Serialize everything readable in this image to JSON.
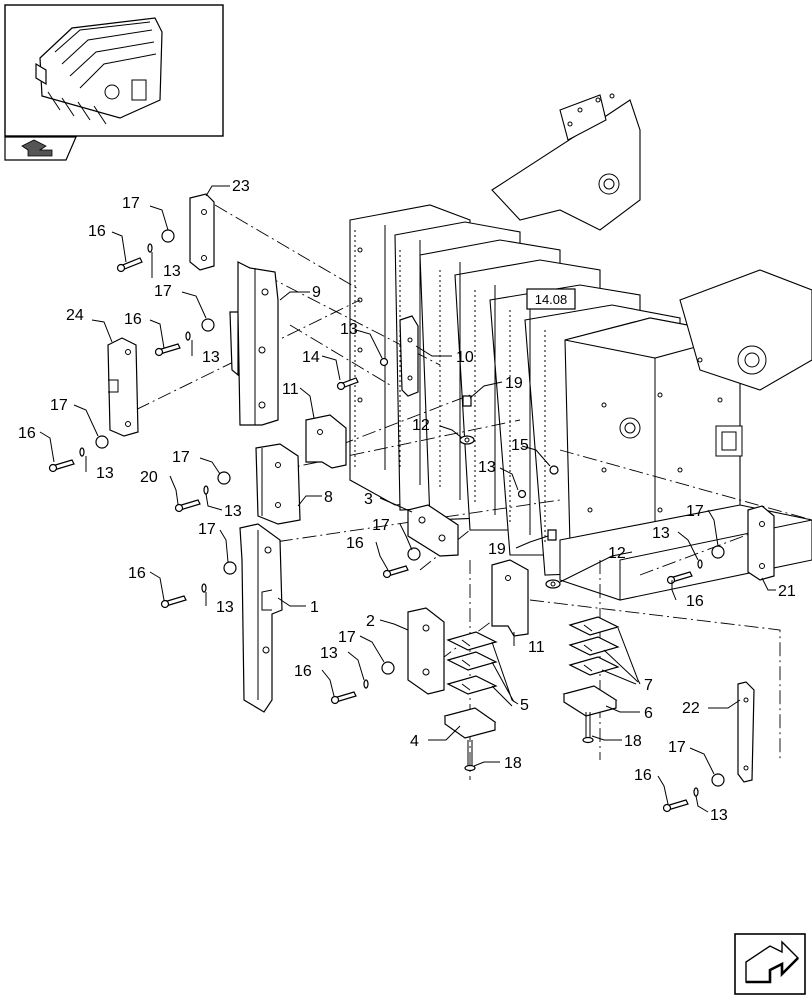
{
  "reference_box": "14.08",
  "callouts": [
    {
      "id": "c23a",
      "text": "23"
    },
    {
      "id": "c17a",
      "text": "17"
    },
    {
      "id": "c16a",
      "text": "16"
    },
    {
      "id": "c13a",
      "text": "13"
    },
    {
      "id": "c9",
      "text": "9"
    },
    {
      "id": "c24",
      "text": "24"
    },
    {
      "id": "c17b",
      "text": "17"
    },
    {
      "id": "c16b",
      "text": "16"
    },
    {
      "id": "c13b",
      "text": "13"
    },
    {
      "id": "c13c",
      "text": "13"
    },
    {
      "id": "c10",
      "text": "10"
    },
    {
      "id": "c14",
      "text": "14"
    },
    {
      "id": "c11a",
      "text": "11"
    },
    {
      "id": "c19a",
      "text": "19"
    },
    {
      "id": "c17c",
      "text": "17"
    },
    {
      "id": "c16c",
      "text": "16"
    },
    {
      "id": "c13d",
      "text": "13"
    },
    {
      "id": "c12a",
      "text": "12"
    },
    {
      "id": "c15",
      "text": "15"
    },
    {
      "id": "c13e",
      "text": "13"
    },
    {
      "id": "c17d",
      "text": "17"
    },
    {
      "id": "c20",
      "text": "20"
    },
    {
      "id": "c13f",
      "text": "13"
    },
    {
      "id": "c8",
      "text": "8"
    },
    {
      "id": "c3",
      "text": "3"
    },
    {
      "id": "c17e",
      "text": "17"
    },
    {
      "id": "c16d",
      "text": "16"
    },
    {
      "id": "c19b",
      "text": "19"
    },
    {
      "id": "c12b",
      "text": "12"
    },
    {
      "id": "c13g",
      "text": "13"
    },
    {
      "id": "c17f",
      "text": "17"
    },
    {
      "id": "c17g",
      "text": "17"
    },
    {
      "id": "c16e",
      "text": "16"
    },
    {
      "id": "c13h",
      "text": "13"
    },
    {
      "id": "c1",
      "text": "1"
    },
    {
      "id": "c16f",
      "text": "16"
    },
    {
      "id": "c21",
      "text": "21"
    },
    {
      "id": "c2",
      "text": "2"
    },
    {
      "id": "c11b",
      "text": "11"
    },
    {
      "id": "c17h",
      "text": "17"
    },
    {
      "id": "c13i",
      "text": "13"
    },
    {
      "id": "c7",
      "text": "7"
    },
    {
      "id": "c16g",
      "text": "16"
    },
    {
      "id": "c5",
      "text": "5"
    },
    {
      "id": "c6",
      "text": "6"
    },
    {
      "id": "c4",
      "text": "4"
    },
    {
      "id": "c18a",
      "text": "18"
    },
    {
      "id": "c18b",
      "text": "18"
    },
    {
      "id": "c22",
      "text": "22"
    },
    {
      "id": "c17i",
      "text": "17"
    },
    {
      "id": "c16h",
      "text": "16"
    },
    {
      "id": "c13j",
      "text": "13"
    }
  ],
  "icons": {
    "thumbnail": "assembly-thumbnail-icon",
    "back": "previous-page-arrow-icon",
    "next": "next-page-arrow-icon"
  }
}
